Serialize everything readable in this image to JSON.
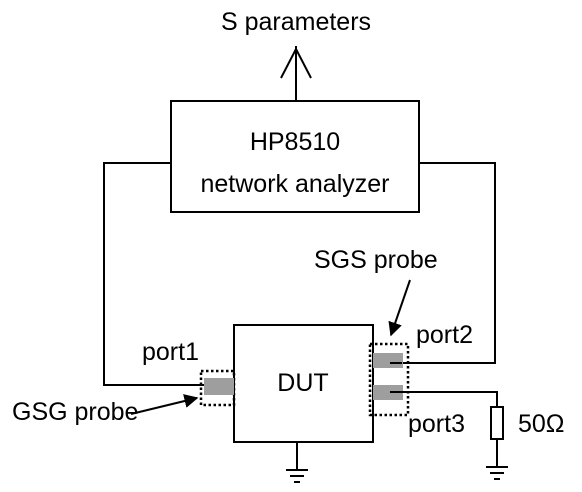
{
  "output_label": "S parameters",
  "analyzer": {
    "line1": "HP8510",
    "line2": "network analyzer"
  },
  "dut_label": "DUT",
  "ports": {
    "port1": "port1",
    "port2": "port2",
    "port3": "port3"
  },
  "probes": {
    "sgs": "SGS probe",
    "gsg": "GSG probe"
  },
  "resistor_label": "50Ω"
}
